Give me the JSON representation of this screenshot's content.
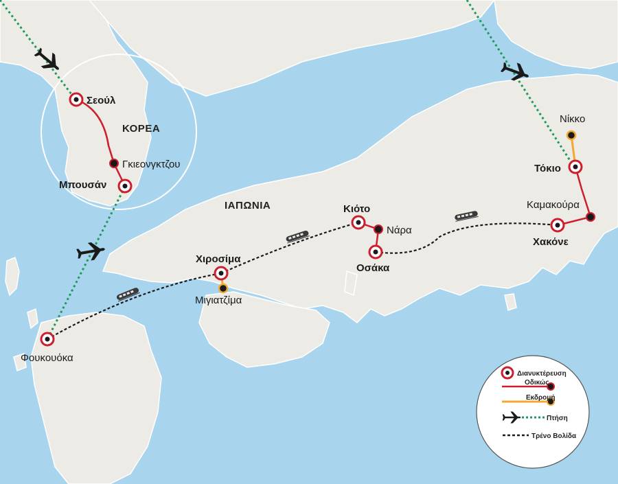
{
  "map": {
    "countries": {
      "korea": "ΚΟΡΕΑ",
      "japan": "ΙΑΠΩΝΙΑ"
    },
    "cities": {
      "seoul": "Σεούλ",
      "gyeongju": "Γκιεονγκτζου",
      "busan": "Μπουσάν",
      "fukuoka": "Φουκουόκα",
      "hiroshima": "Χιροσίμα",
      "miyajima": "Μιγιατζίμα",
      "kyoto": "Κιότο",
      "nara": "Νάρα",
      "osaka": "Οσάκα",
      "hakone": "Χακόνε",
      "kamakura": "Καμακούρα",
      "tokyo": "Τόκιο",
      "nikko": "Νίκκο"
    },
    "colors": {
      "sea": "#a9d4ee",
      "land": "#ecebe6",
      "road": "#cc1f2e",
      "excursion": "#f2a934",
      "flight": "#1f9a5a",
      "train": "#1a1a1a"
    }
  },
  "legend": {
    "overnight": "Διανυκτέρευση",
    "road": "Οδικώς",
    "excursion": "Εκδρομή",
    "flight": "Πτήση",
    "train": "Τρένο Βολίδα"
  },
  "icons": [
    "airplane-icon",
    "bullet-train-icon",
    "stop-marker-icon"
  ]
}
